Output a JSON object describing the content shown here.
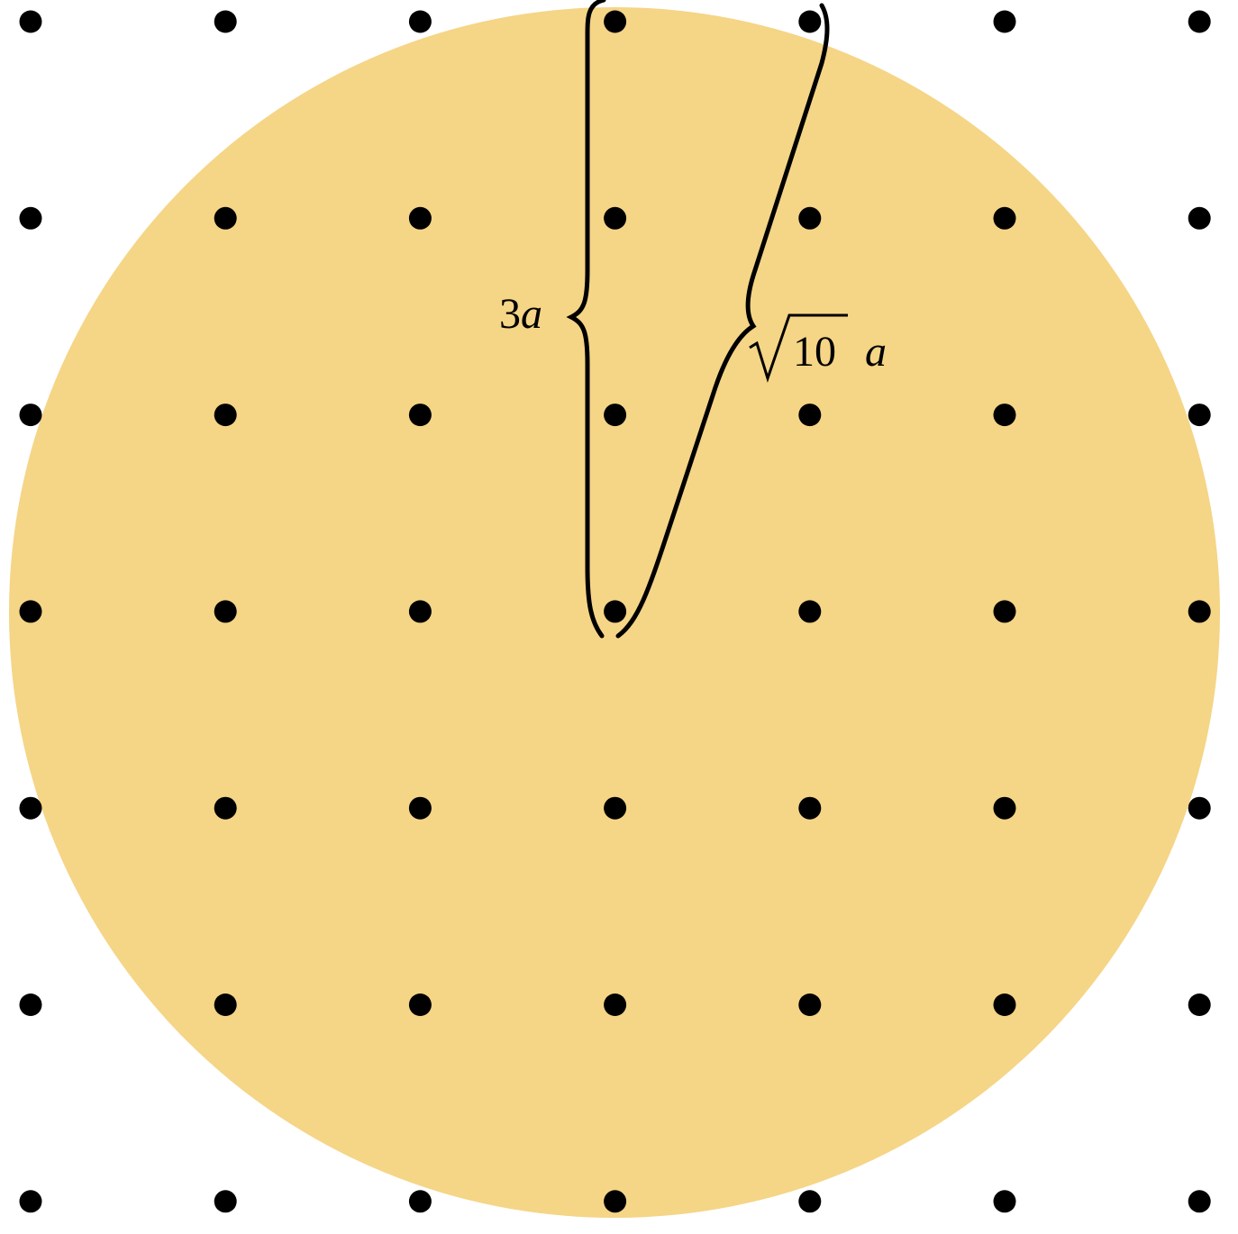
{
  "diagram": {
    "description_type": "lattice-with-circle",
    "lattice": {
      "rows": 7,
      "cols": 7,
      "dot_color": "#000000"
    },
    "circle": {
      "fill": "#f5d586",
      "radius_in_lattice_units": 3.1
    },
    "braces": [
      {
        "id": "vertical",
        "label_number": "3",
        "label_var": "a"
      },
      {
        "id": "diagonal",
        "label_radicand": "10",
        "label_var": "a"
      }
    ]
  }
}
